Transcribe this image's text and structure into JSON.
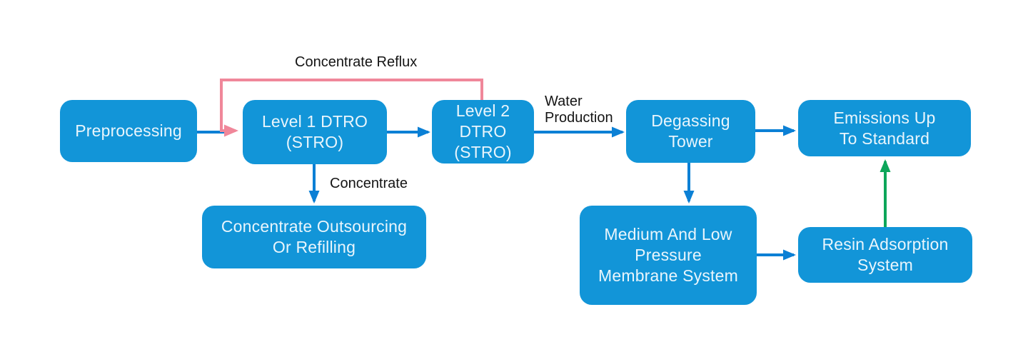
{
  "colors": {
    "node_fill": "#1295d8",
    "node_text": "#e9f5fc",
    "arrow_blue": "#0b80d5",
    "arrow_pink": "#f0879a",
    "arrow_green": "#0da65a",
    "label_text": "#141414",
    "background": "#ffffff"
  },
  "diagram": {
    "title": "DTRO landfill leachate treatment process flow",
    "nodes": [
      {
        "id": "preprocessing",
        "label": "Preprocessing"
      },
      {
        "id": "level1-dtro",
        "label": "Level 1 DTRO\n(STRO)"
      },
      {
        "id": "level2-dtro",
        "label": "Level 2\nDTRO\n(STRO)"
      },
      {
        "id": "degassing-tower",
        "label": "Degassing\nTower"
      },
      {
        "id": "emissions-up-to-standard",
        "label": "Emissions Up\nTo Standard"
      },
      {
        "id": "concentrate-outsourcing",
        "label": "Concentrate Outsourcing\nOr Refilling"
      },
      {
        "id": "membrane-system",
        "label": "Medium And Low\nPressure\nMembrane System"
      },
      {
        "id": "resin-adsorption",
        "label": "Resin Adsorption\nSystem"
      }
    ],
    "labels": {
      "reflux": "Concentrate Reflux",
      "water": "Water\nProduction",
      "concentrate": "Concentrate"
    },
    "edges": [
      {
        "from": "preprocessing",
        "to": "level1-dtro",
        "color": "blue",
        "label": ""
      },
      {
        "from": "level2-dtro",
        "to": "level1-dtro",
        "color": "pink",
        "label": "Concentrate Reflux"
      },
      {
        "from": "level1-dtro",
        "to": "level2-dtro",
        "color": "blue",
        "label": ""
      },
      {
        "from": "level2-dtro",
        "to": "degassing-tower",
        "color": "blue",
        "label": "Water Production"
      },
      {
        "from": "degassing-tower",
        "to": "emissions-up-to-standard",
        "color": "blue",
        "label": ""
      },
      {
        "from": "level1-dtro",
        "to": "concentrate-outsourcing",
        "color": "blue",
        "label": "Concentrate"
      },
      {
        "from": "degassing-tower",
        "to": "membrane-system",
        "color": "blue",
        "label": ""
      },
      {
        "from": "membrane-system",
        "to": "resin-adsorption",
        "color": "blue",
        "label": ""
      },
      {
        "from": "resin-adsorption",
        "to": "emissions-up-to-standard",
        "color": "green",
        "label": ""
      }
    ]
  }
}
